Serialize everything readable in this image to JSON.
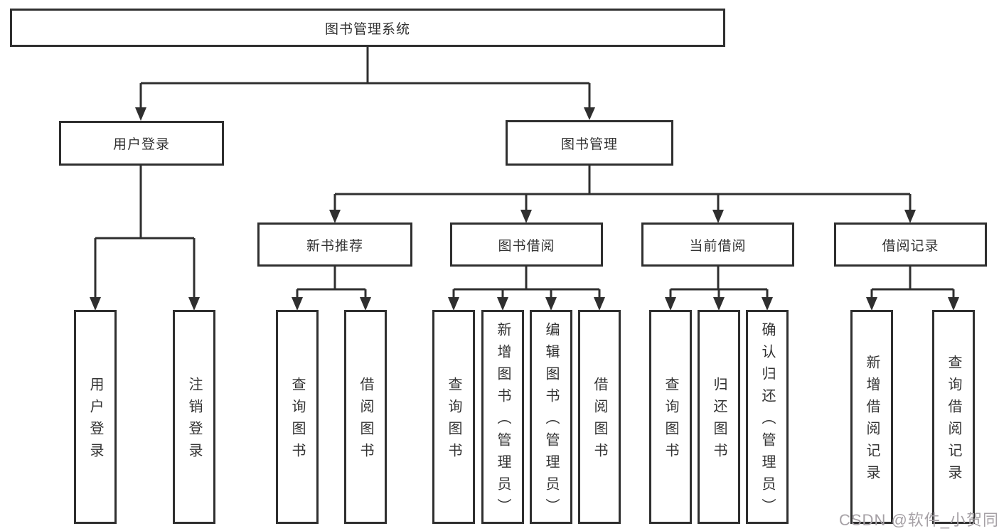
{
  "diagram": {
    "root": {
      "label": "图书管理系统"
    },
    "branches": [
      {
        "label": "用户登录",
        "children": [
          {
            "label": "用户登录"
          },
          {
            "label": "注销登录"
          }
        ]
      },
      {
        "label": "图书管理",
        "children": [
          {
            "label": "新书推荐",
            "children": [
              {
                "label": "查询图书"
              },
              {
                "label": "借阅图书"
              }
            ]
          },
          {
            "label": "图书借阅",
            "children": [
              {
                "label": "查询图书"
              },
              {
                "label": "新增图书（管理员）"
              },
              {
                "label": "编辑图书（管理员）"
              },
              {
                "label": "借阅图书"
              }
            ]
          },
          {
            "label": "当前借阅",
            "children": [
              {
                "label": "查询图书"
              },
              {
                "label": "归还图书"
              },
              {
                "label": "确认归还（管理员）"
              }
            ]
          },
          {
            "label": "借阅记录",
            "children": [
              {
                "label": "新增借阅记录"
              },
              {
                "label": "查询借阅记录"
              }
            ]
          }
        ]
      }
    ]
  },
  "watermark": {
    "text": "CSDN @软件_小贺同学"
  },
  "colors": {
    "line": "#2f2f2f",
    "text": "#333333",
    "background": "#ffffff",
    "watermark": "#a6a1a6"
  }
}
